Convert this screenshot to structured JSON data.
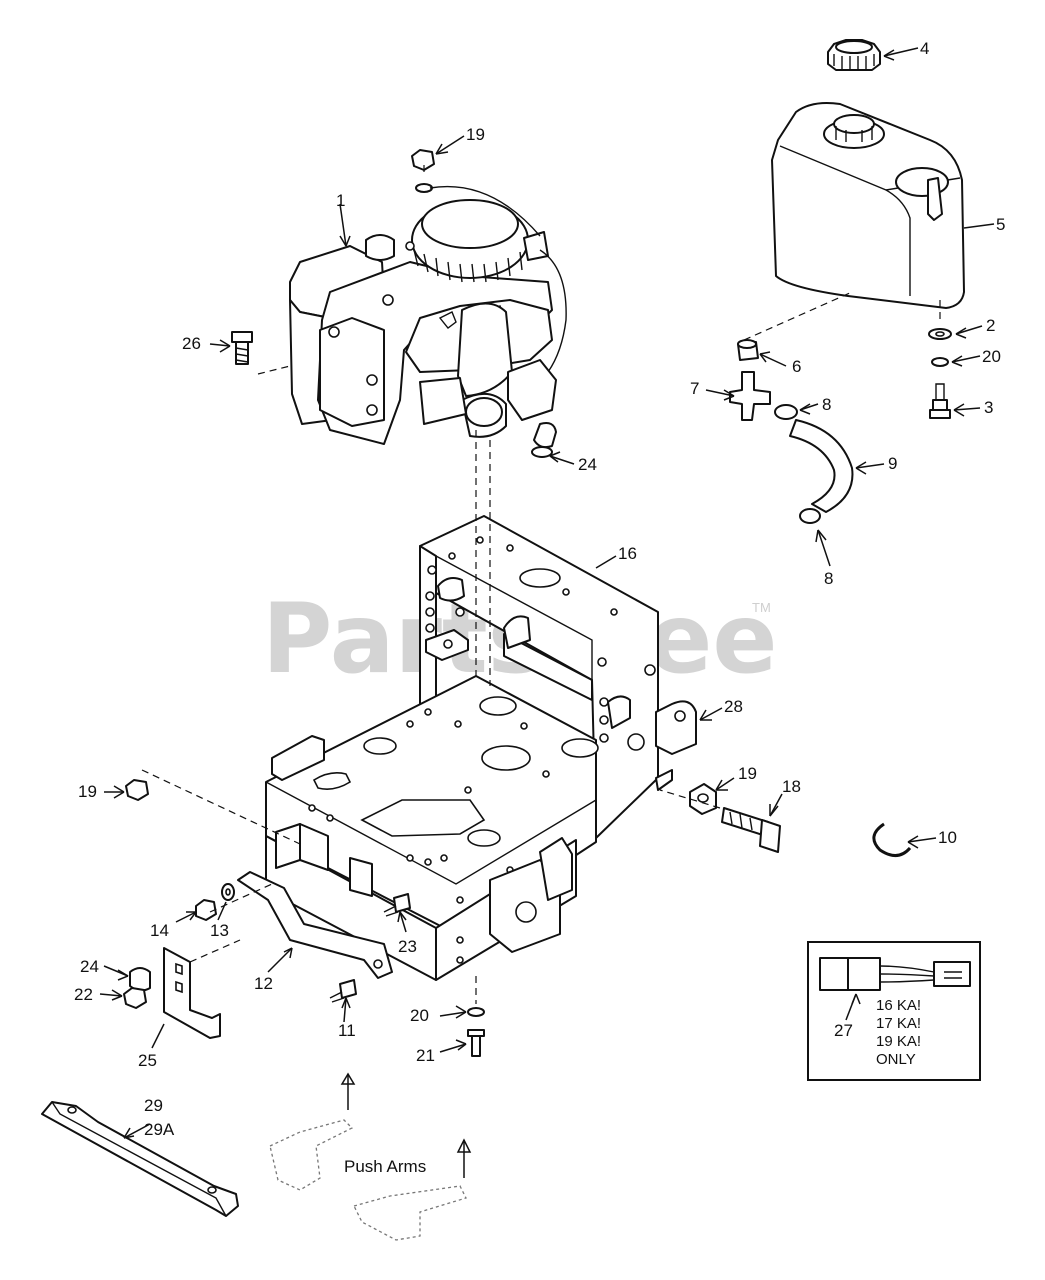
{
  "watermark": {
    "text": "PartsTree",
    "trademark": "TM"
  },
  "callouts": [
    {
      "id": "c-1",
      "text": "1"
    },
    {
      "id": "c-2",
      "text": "2"
    },
    {
      "id": "c-3",
      "text": "3"
    },
    {
      "id": "c-4",
      "text": "4"
    },
    {
      "id": "c-5",
      "text": "5"
    },
    {
      "id": "c-6",
      "text": "6"
    },
    {
      "id": "c-7",
      "text": "7"
    },
    {
      "id": "c-8a",
      "text": "8"
    },
    {
      "id": "c-8b",
      "text": "8"
    },
    {
      "id": "c-9",
      "text": "9"
    },
    {
      "id": "c-10",
      "text": "10"
    },
    {
      "id": "c-11",
      "text": "11"
    },
    {
      "id": "c-12",
      "text": "12"
    },
    {
      "id": "c-13",
      "text": "13"
    },
    {
      "id": "c-14",
      "text": "14"
    },
    {
      "id": "c-16",
      "text": "16"
    },
    {
      "id": "c-18",
      "text": "18"
    },
    {
      "id": "c-19a",
      "text": "19"
    },
    {
      "id": "c-19b",
      "text": "19"
    },
    {
      "id": "c-19c",
      "text": "19"
    },
    {
      "id": "c-20a",
      "text": "20"
    },
    {
      "id": "c-20b",
      "text": "20"
    },
    {
      "id": "c-21",
      "text": "21"
    },
    {
      "id": "c-22",
      "text": "22"
    },
    {
      "id": "c-23",
      "text": "23"
    },
    {
      "id": "c-24a",
      "text": "24"
    },
    {
      "id": "c-24b",
      "text": "24"
    },
    {
      "id": "c-25",
      "text": "25"
    },
    {
      "id": "c-26",
      "text": "26"
    },
    {
      "id": "c-27",
      "text": "27"
    },
    {
      "id": "c-28",
      "text": "28"
    },
    {
      "id": "c-29",
      "text": "29"
    },
    {
      "id": "c-29A",
      "text": "29A"
    }
  ],
  "inset": {
    "lines": [
      "16 KA!",
      "17 KA!",
      "19 KA!",
      "ONLY"
    ]
  },
  "push_arms_label": "Push Arms"
}
